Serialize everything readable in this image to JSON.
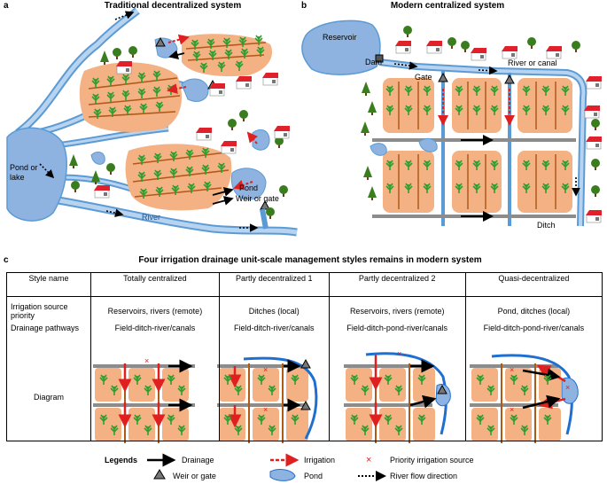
{
  "panel_a": {
    "letter": "a",
    "title": "Traditional decentralized system",
    "labels": {
      "pond_or_lake_1": "Pond or",
      "pond_or_lake_2": "lake",
      "pond": "Pond",
      "weir": "Weir or gate",
      "river": "River"
    }
  },
  "panel_b": {
    "letter": "b",
    "title": "Modern centralized system",
    "labels": {
      "reservoir": "Reservoir",
      "dam": "Dam",
      "gate": "Gate",
      "river_canal": "River or canal",
      "ditch": "Ditch"
    }
  },
  "panel_c": {
    "letter": "c",
    "title": "Four irrigation drainage unit-scale management styles remains in modern system",
    "row_labels": {
      "style_name": "Style name",
      "source_1": "Irrigation source",
      "source_2": "priority",
      "drainage": "Drainage pathways",
      "diagram": "Diagram"
    },
    "styles": [
      {
        "name": "Totally centralized",
        "source": "Reservoirs, rivers (remote)",
        "drainage": "Field-ditch-river/canals"
      },
      {
        "name": "Partly decentralized 1",
        "source": "Ditches (local)",
        "drainage": "Field-ditch-river/canals"
      },
      {
        "name": "Partly decentralized 2",
        "source": "Reservoirs, rivers (remote)",
        "drainage": "Field-ditch-pond-river/canals"
      },
      {
        "name": "Quasi-decentralized",
        "source": "Pond, ditches (local)",
        "drainage": "Field-ditch-pond-river/canals"
      }
    ]
  },
  "legend": {
    "title": "Legends",
    "drainage": "Drainage",
    "weir": "Weir or gate",
    "irrigation": "Irrigation",
    "pond": "Pond",
    "priority": "Priority irrigation source",
    "river_flow": "River flow direction"
  },
  "colors": {
    "water": "#5b9bd5",
    "water_fill": "#8fb3e0",
    "field": "#f4b183",
    "crop": "#2e9e2e",
    "tree": "#3a7d1e",
    "roof": "#e0202a",
    "ditch_gray": "#8c8c8c",
    "irrigation": "#e02020",
    "furrow": "#b05a1a"
  }
}
